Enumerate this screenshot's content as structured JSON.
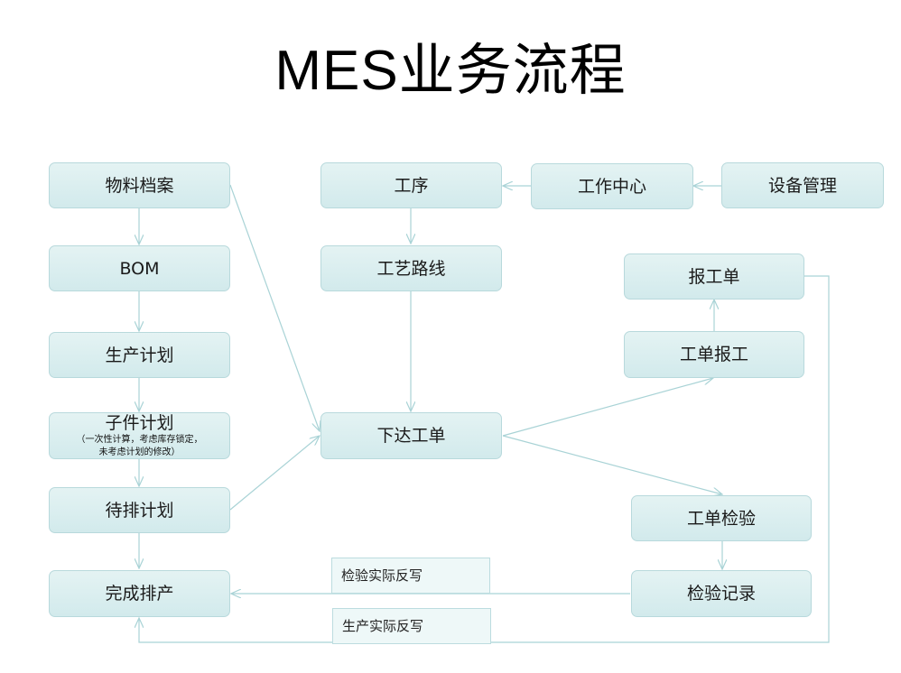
{
  "title": "MES业务流程",
  "nodes": {
    "material": "物料档案",
    "bom": "BOM",
    "production_plan": "生产计划",
    "sub_plan": "子件计划",
    "sub_plan_note_1": "（一次性计算，考虑库存锁定，",
    "sub_plan_note_2": "未考虑计划的修改）",
    "pending_plan": "待排计划",
    "scheduled": "完成排产",
    "process": "工序",
    "work_center": "工作中心",
    "equipment": "设备管理",
    "route": "工艺路线",
    "release_order": "下达工单",
    "report_sheet": "报工单",
    "order_report": "工单报工",
    "order_inspection": "工单检验",
    "inspection_record": "检验记录"
  },
  "notes": {
    "inspection_writeback": "检验实际反写",
    "production_writeback": "生产实际反写"
  },
  "colors": {
    "node_fill": "#d9eef0",
    "node_border": "#b8d9dc",
    "line": "#a9d3d6"
  }
}
